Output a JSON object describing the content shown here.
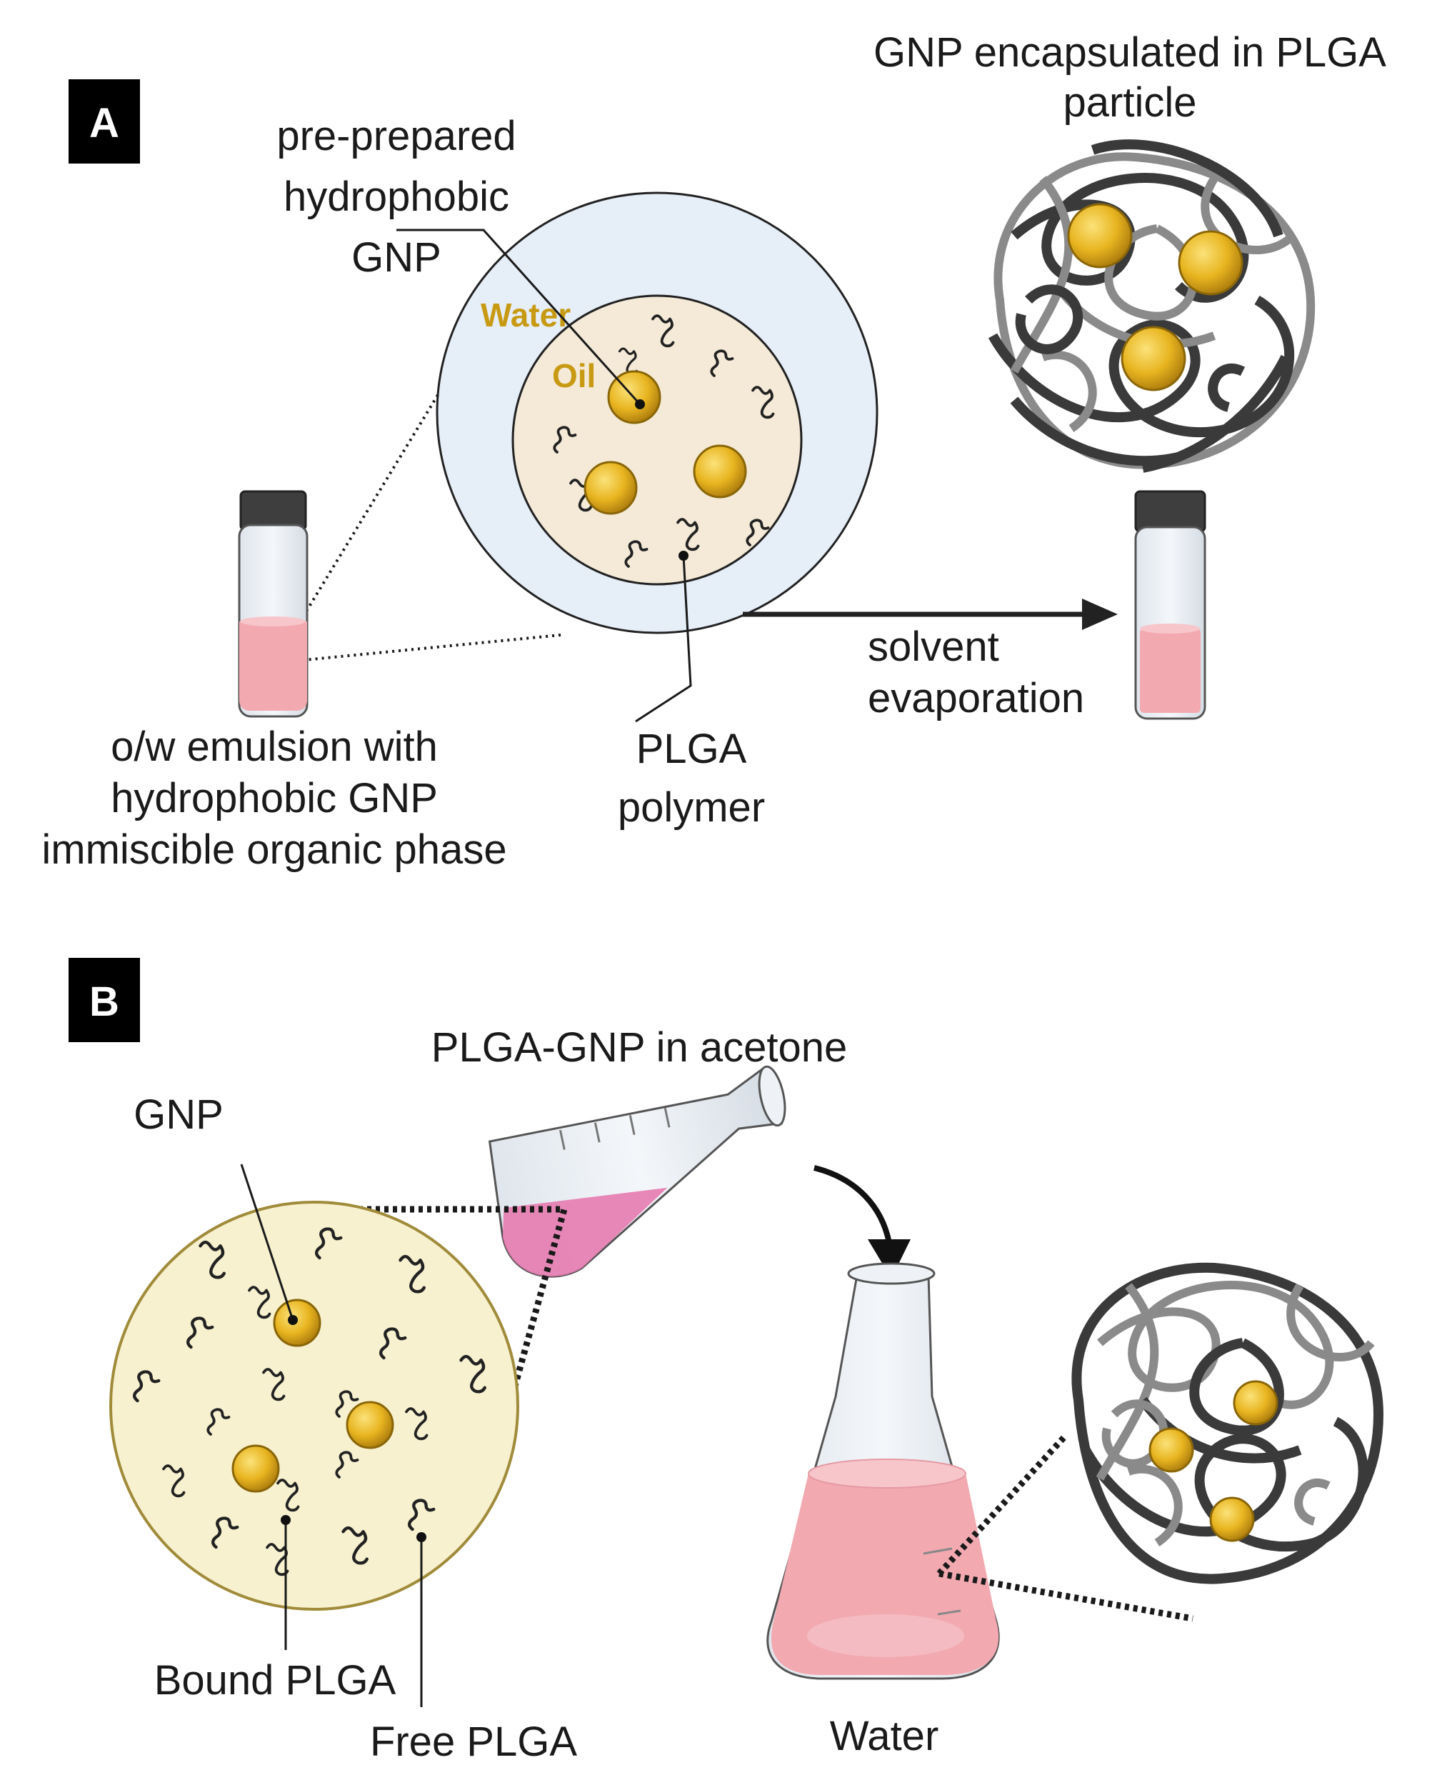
{
  "panel_a": {
    "letter": "A",
    "label_pre_prepared": [
      "pre-prepared",
      "hydrophobic",
      "GNP"
    ],
    "label_water": "Water",
    "label_oil": "Oil",
    "label_encapsulated": [
      "GNP encapsulated in PLGA",
      "particle"
    ],
    "label_emulsion": [
      "o/w emulsion with",
      "hydrophobic GNP",
      "immiscible organic phase"
    ],
    "label_plga_polymer": [
      "PLGA",
      "polymer"
    ],
    "label_solvent_evaporation": [
      "solvent",
      "evaporation"
    ]
  },
  "panel_b": {
    "letter": "B",
    "label_acetone": "PLGA-GNP in acetone",
    "label_gnp": "GNP",
    "label_bound_plga": "Bound PLGA",
    "label_free_plga": "Free PLGA",
    "label_water": "Water"
  },
  "colors": {
    "gold": "#e8b520",
    "water_ring": "#e6eef8",
    "oil_core": "#f4ead7",
    "pink_liquid": "#f2a9b0",
    "magenta_liquid": "#e57bb0",
    "zoom_circle": "#f7f1cf"
  }
}
